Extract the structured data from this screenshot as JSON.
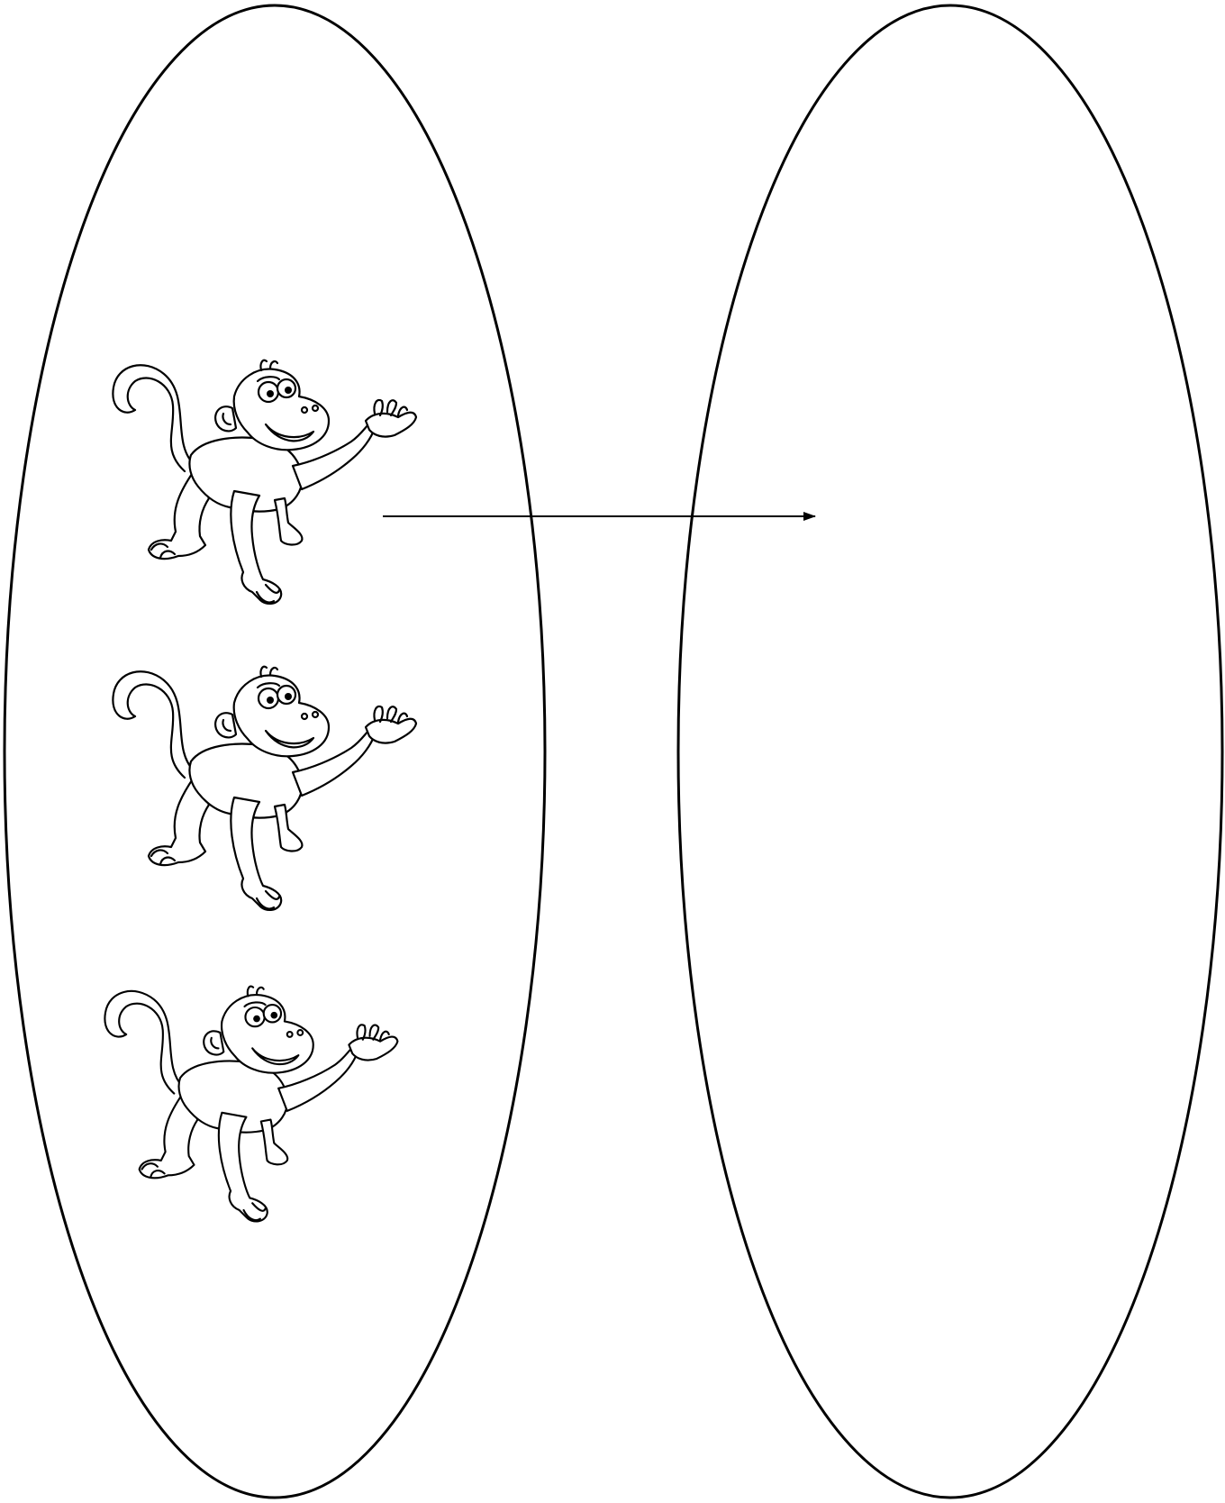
{
  "diagram": {
    "kind": "mapping",
    "source_set": {
      "item_icon": "monkey-icon",
      "item_count": 3
    },
    "target_set": {
      "item_count": 0
    },
    "arrow": {
      "from": "source_set",
      "to": "target_set"
    },
    "colors": {
      "stroke": "#000000",
      "background": "#ffffff"
    }
  }
}
